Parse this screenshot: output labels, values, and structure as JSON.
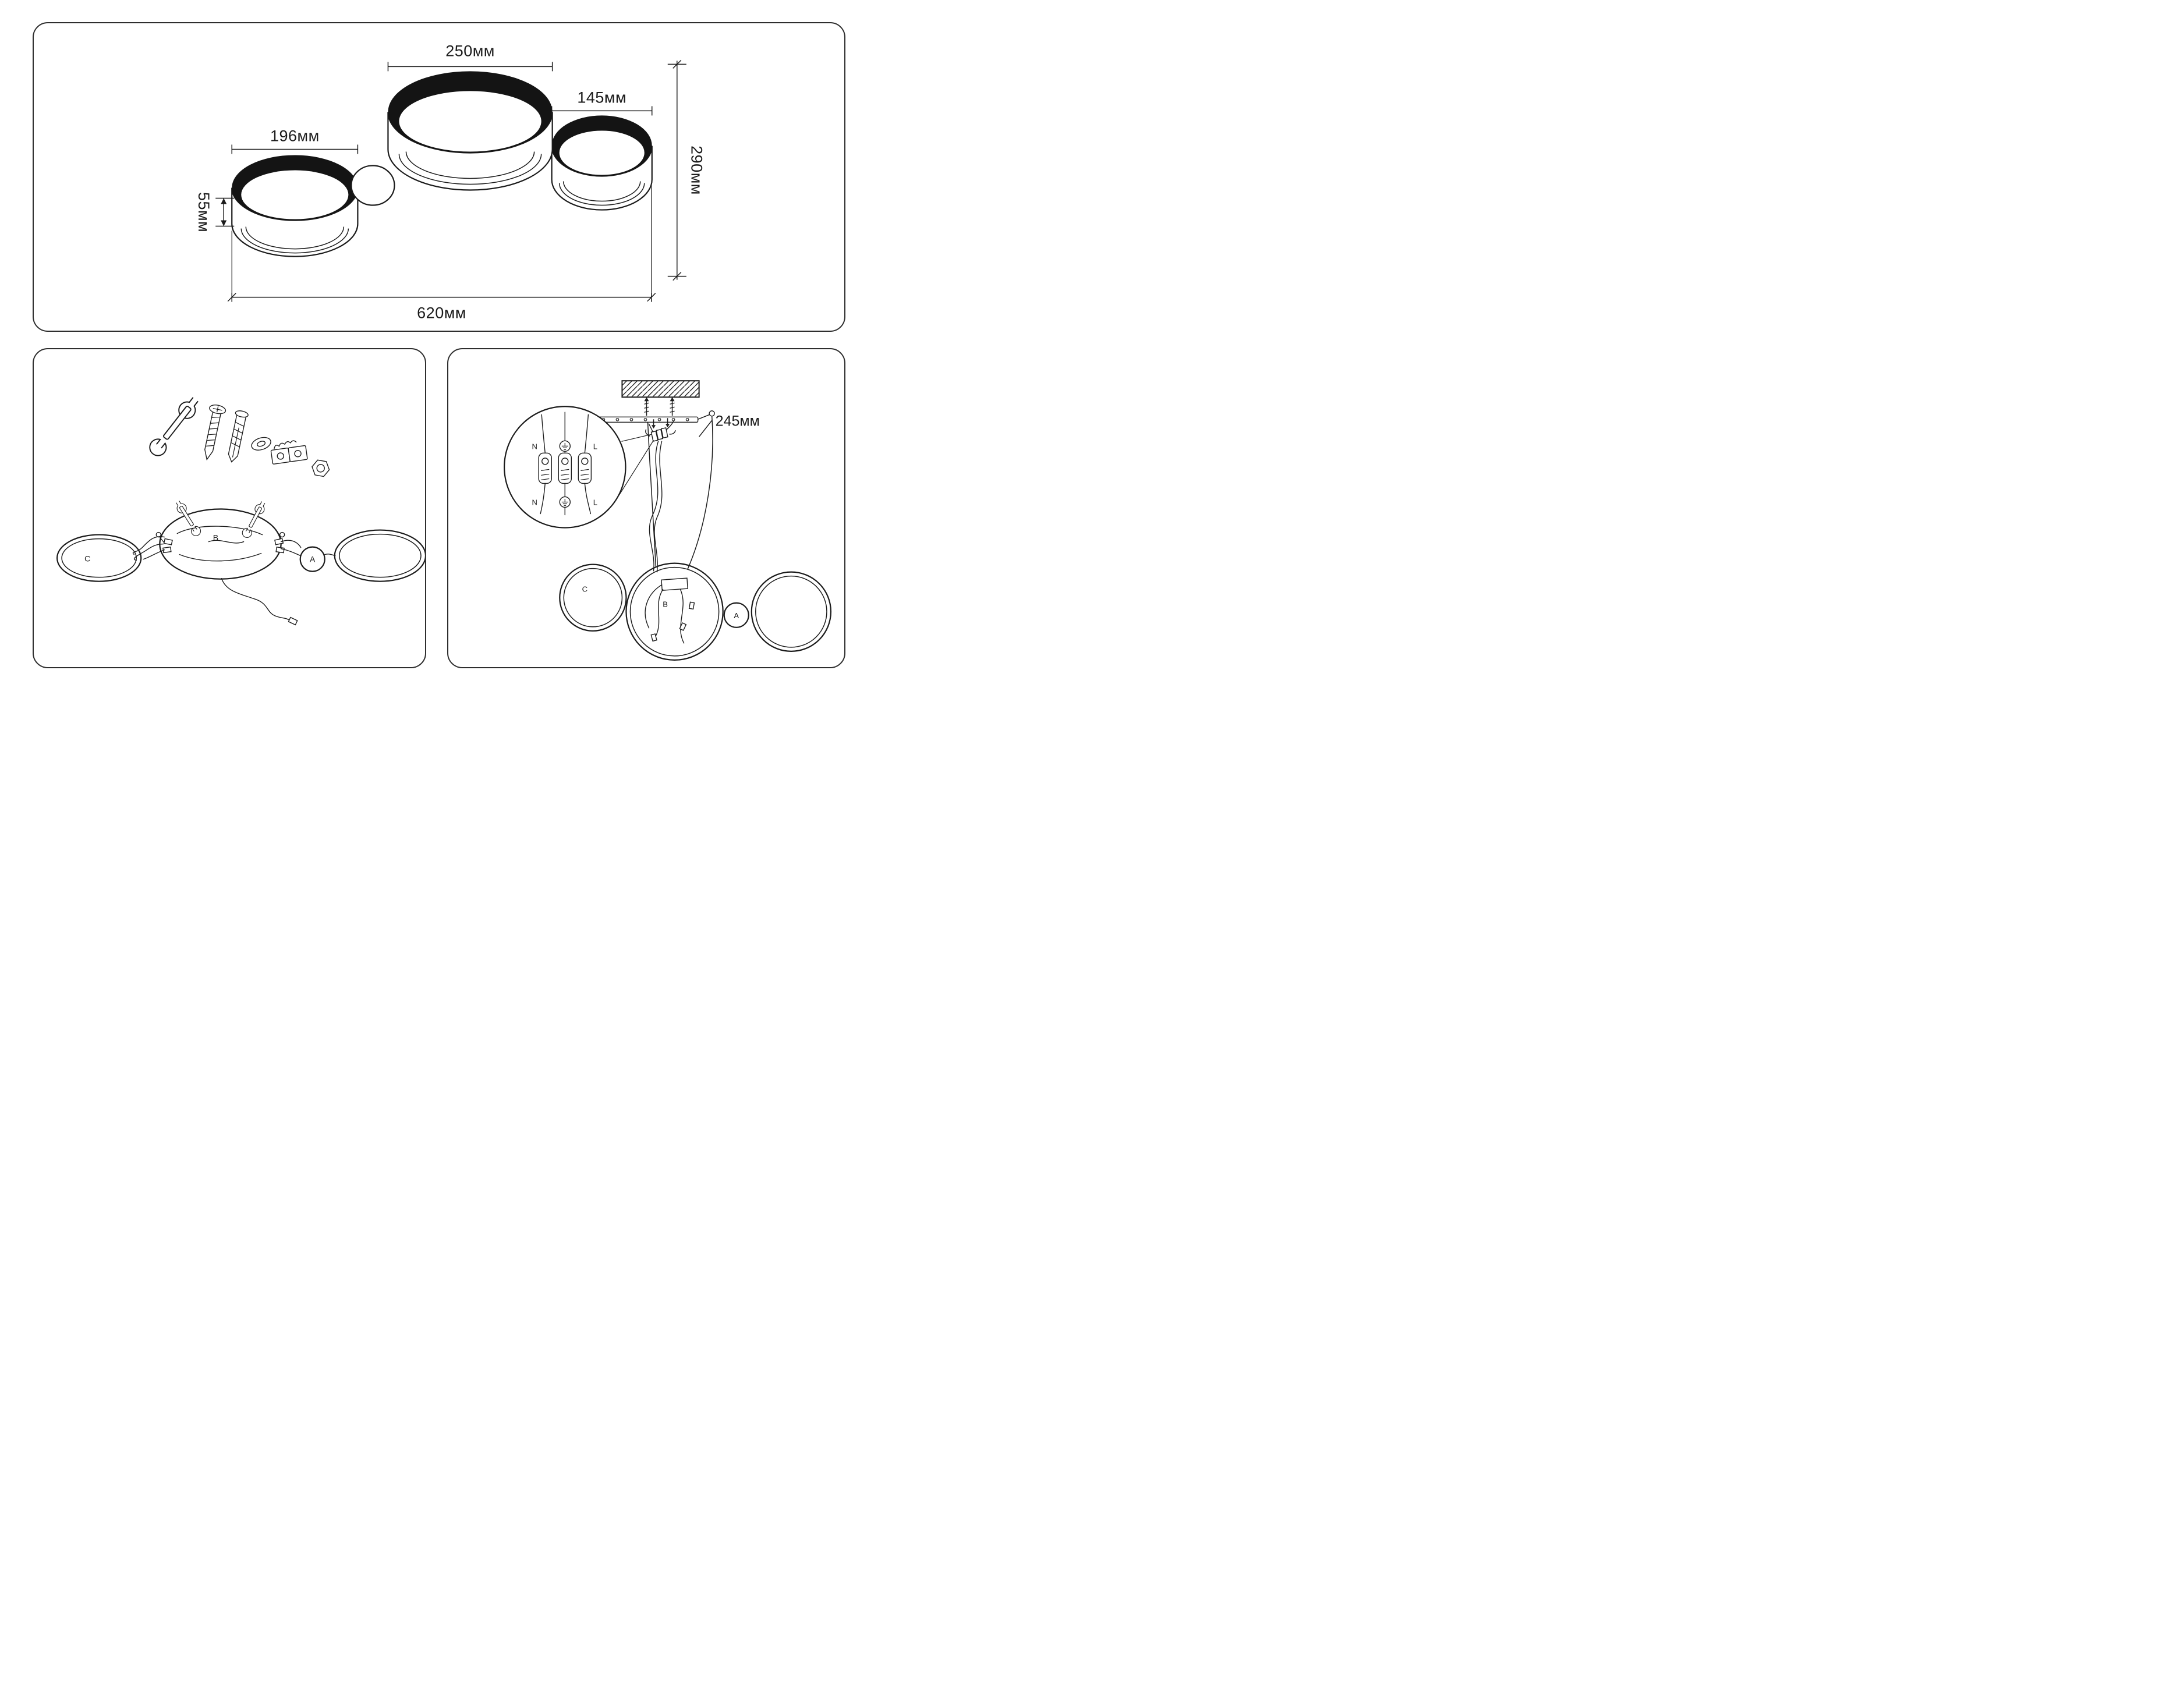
{
  "colors": {
    "line": "#1b1b1b",
    "ring_fill": "#141414",
    "panel_border": "#2e2e2e",
    "background": "#ffffff"
  },
  "top_panel": {
    "dim_250": "250мм",
    "dim_145": "145мм",
    "dim_196": "196мм",
    "dim_55": "55мм",
    "dim_290": "290мм",
    "dim_620": "620мм"
  },
  "install_panel": {
    "ring_c": "C",
    "ring_b": "B",
    "ring_a": "A"
  },
  "mount_panel": {
    "dim_245": "245мм",
    "ring_c": "C",
    "ring_b": "B",
    "ring_a": "A",
    "wire_top_n": "N",
    "wire_top_l": "L",
    "wire_bottom_n": "N",
    "wire_bottom_l": "L"
  }
}
